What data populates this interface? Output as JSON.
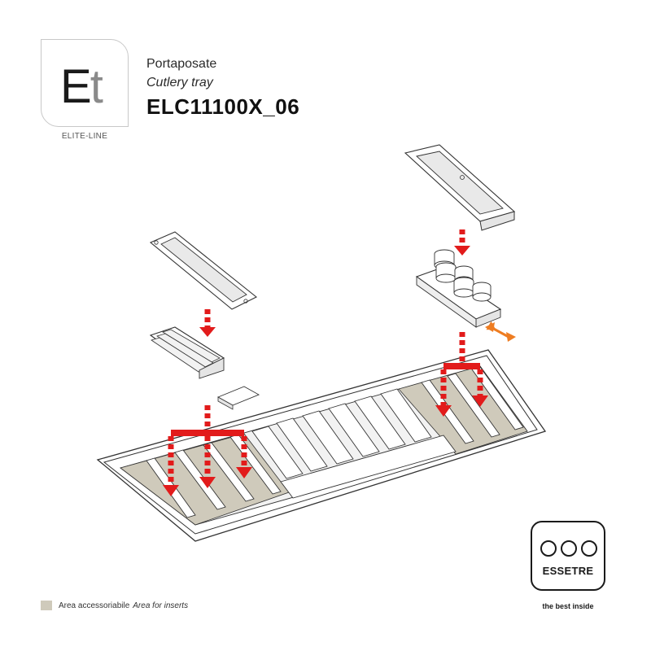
{
  "logo": {
    "letter_e": "E",
    "letter_t": "t",
    "caption": "ELITE-LINE"
  },
  "header": {
    "title_it": "Portaposate",
    "title_en": "Cutlery tray",
    "code": "ELC11100X_06"
  },
  "legend": {
    "label_it": "Area accessoriabile",
    "label_en": "Area for inserts",
    "swatch_color": "#cfcabb"
  },
  "brand": {
    "name": "ESSETRE",
    "tagline": "the best inside"
  },
  "colors": {
    "arrow_red": "#e21b1b",
    "arrow_orange": "#ee7d22",
    "line": "#333333",
    "tray_fill": "#ffffff",
    "insert_area": "#cfcabb"
  }
}
